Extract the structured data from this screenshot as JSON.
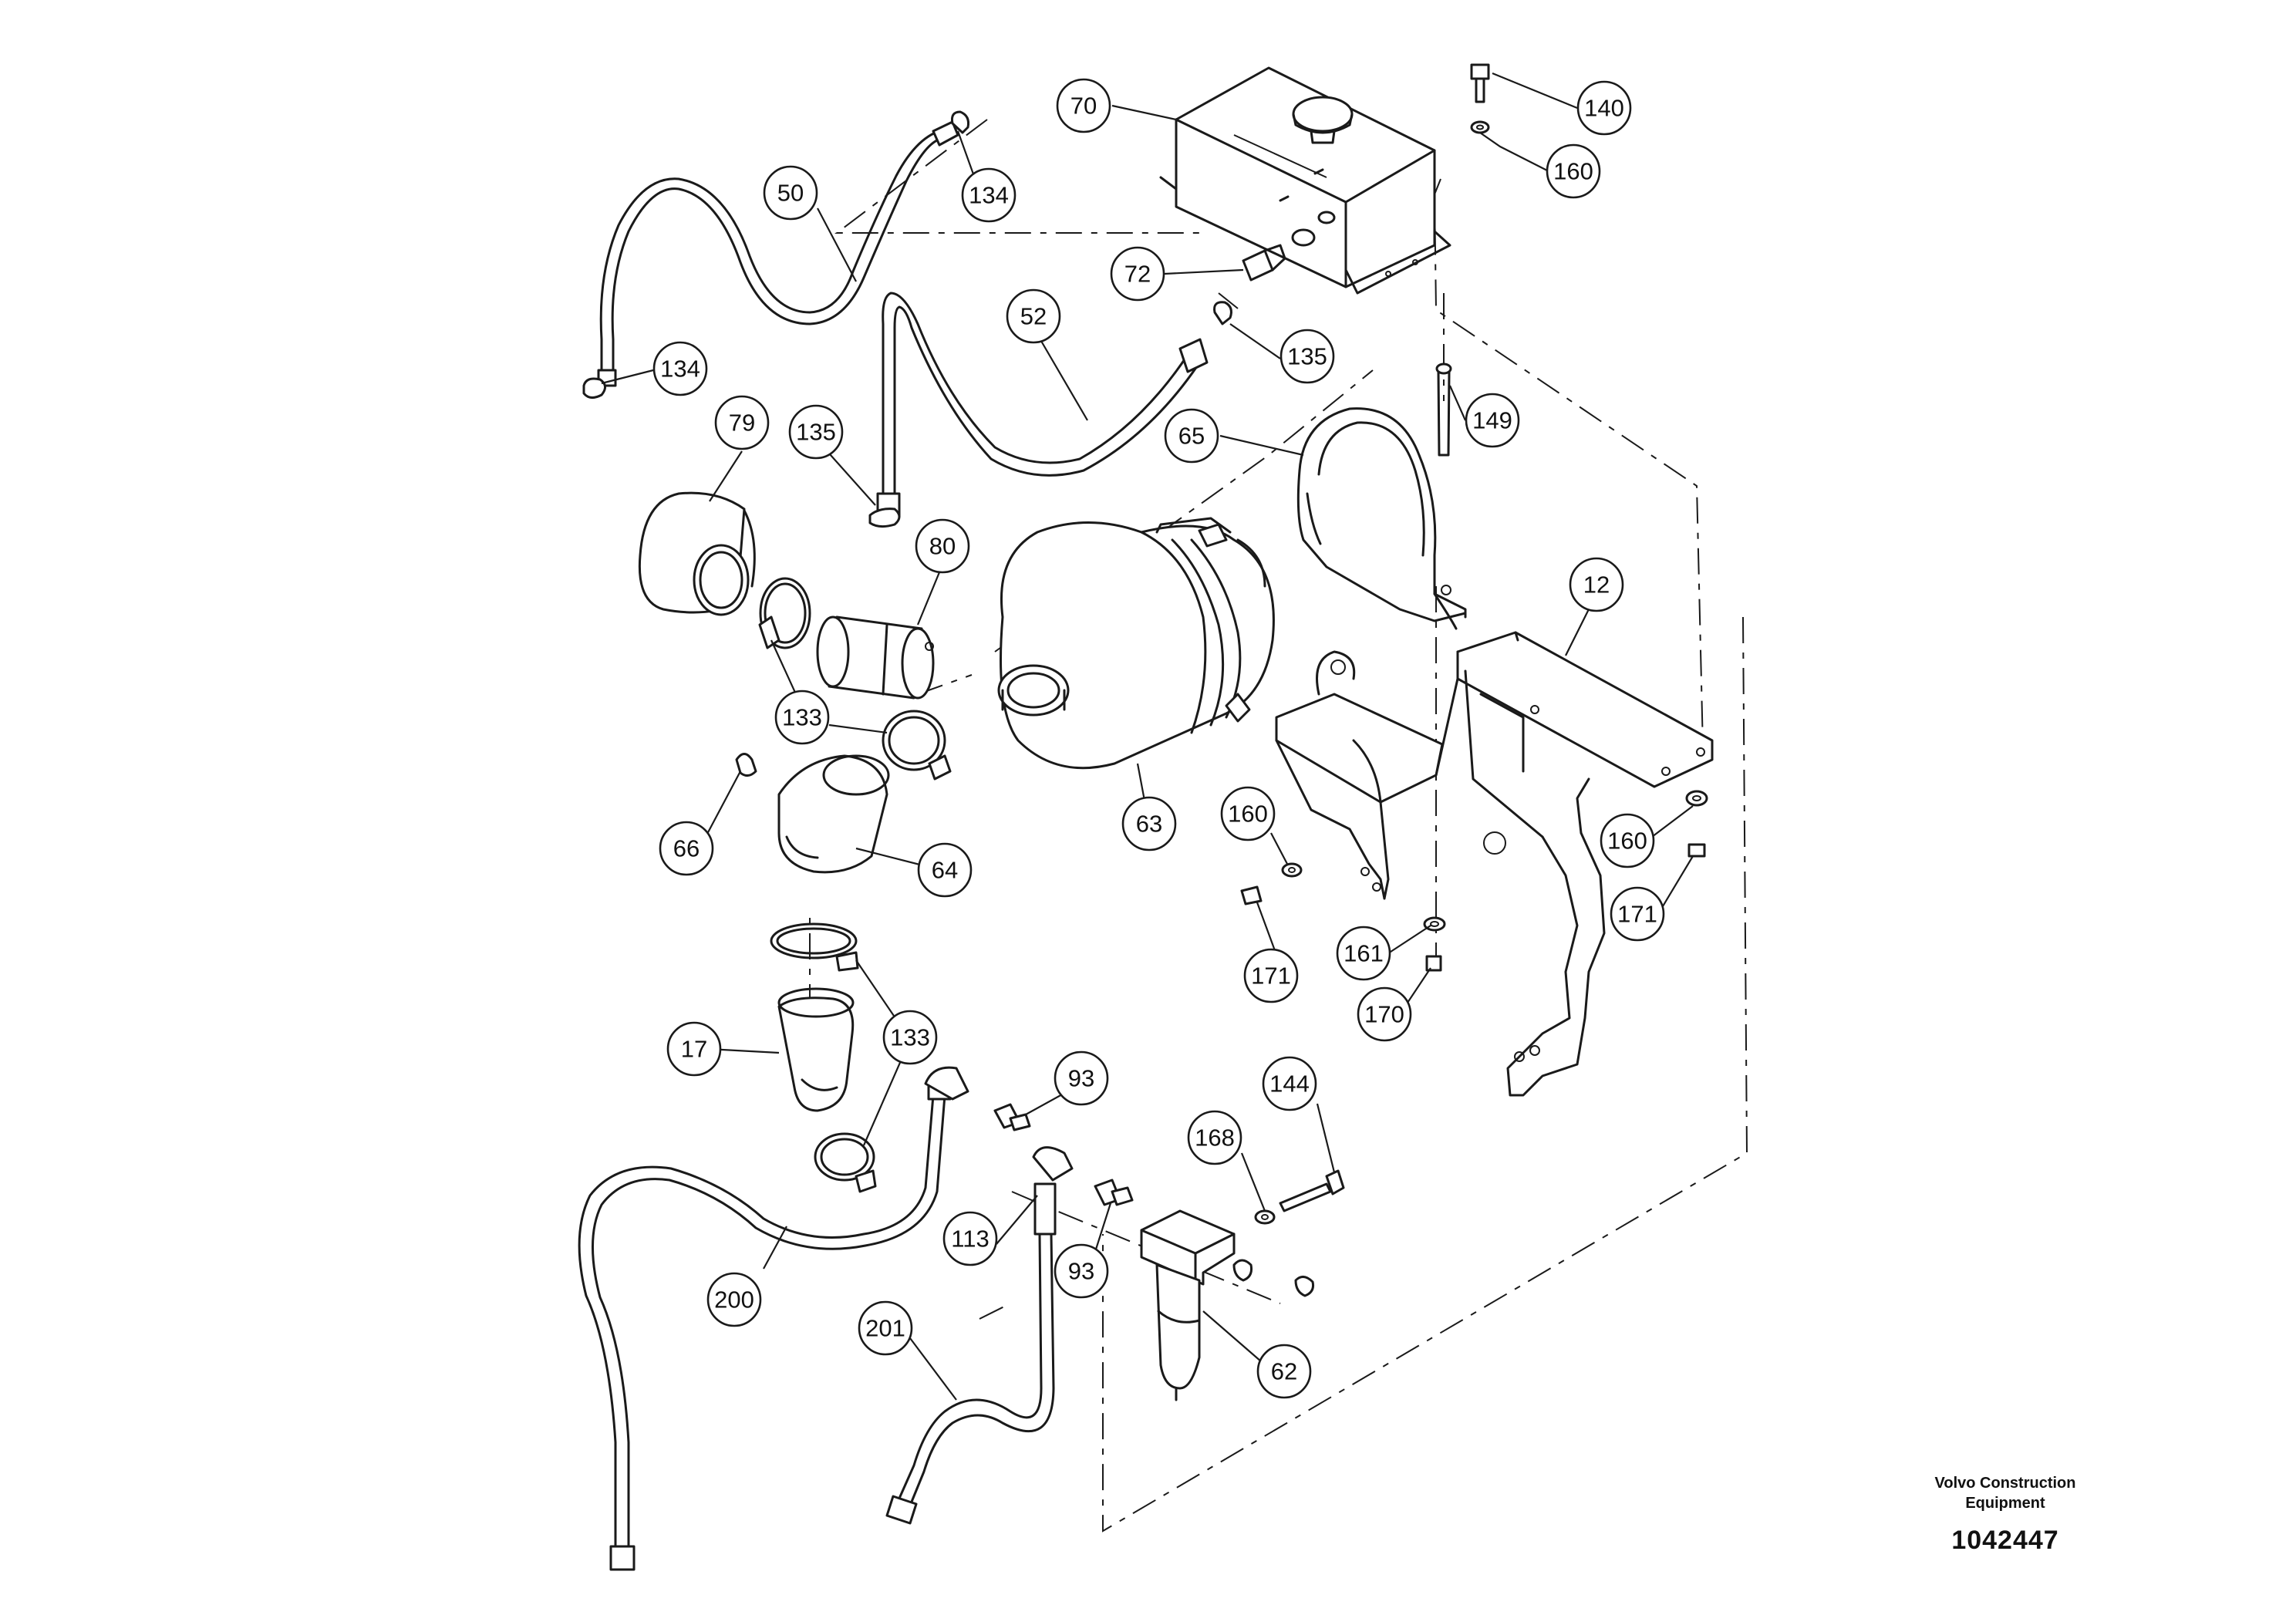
{
  "footer": {
    "company": "Volvo Construction\nEquipment",
    "document_number": "1042447"
  },
  "callouts": {
    "c70": "70",
    "c140": "140",
    "c160a": "160",
    "c50": "50",
    "c134a": "134",
    "c72": "72",
    "c52": "52",
    "c135a": "135",
    "c134b": "134",
    "c149": "149",
    "c79": "79",
    "c135b": "135",
    "c65": "65",
    "c80": "80",
    "c12": "12",
    "c133a": "133",
    "c63": "63",
    "c160b": "160",
    "c66": "66",
    "c64": "64",
    "c160c": "160",
    "c171a": "171",
    "c161": "161",
    "c171b": "171",
    "c170": "170",
    "c17": "17",
    "c133b": "133",
    "c93a": "93",
    "c144": "144",
    "c168": "168",
    "c113": "113",
    "c93b": "93",
    "c200": "200",
    "c201": "201",
    "c62": "62"
  }
}
